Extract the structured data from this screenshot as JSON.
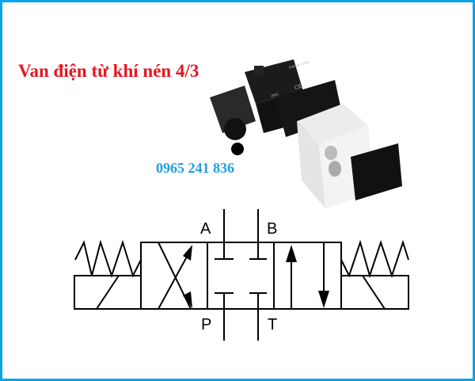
{
  "title": "Van điện từ khí nén 4/3",
  "phone": "0965 241 836",
  "product_photo": {
    "coil_text": [
      "Voltage range",
      "IP65"
    ],
    "mark": "CE"
  },
  "diagram": {
    "ports": {
      "a": "A",
      "b": "B",
      "p": "P",
      "t": "T"
    }
  },
  "colors": {
    "border": "#0aa3ea",
    "title": "#e8141c",
    "phone": "#1ea0e6"
  }
}
